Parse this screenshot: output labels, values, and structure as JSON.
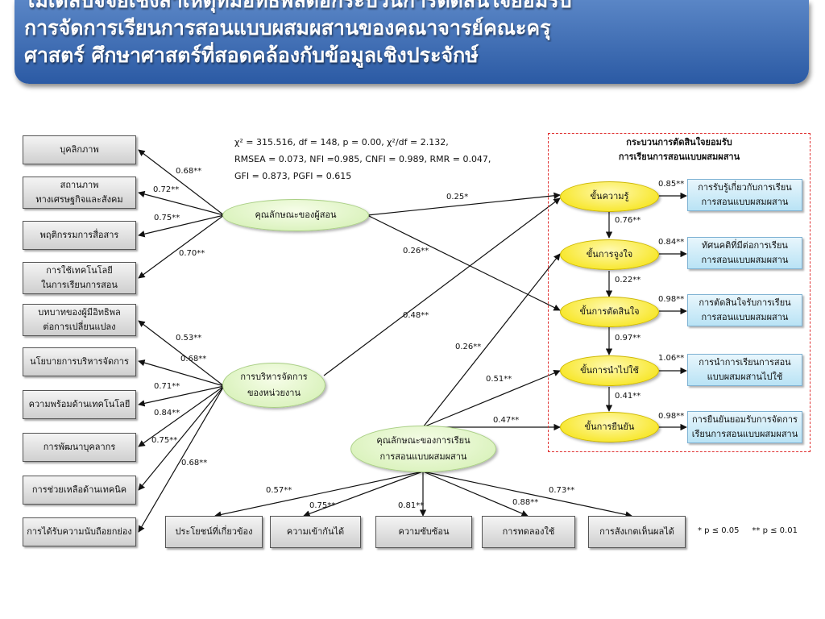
{
  "title": {
    "line1": "โมเดลปัจจัยเชิงสาเหตุที่มีอิทธิพลต่อกระบวนการตัดสินใจยอมรับ",
    "line2": "การจัดการเรียนการสอนแบบผสมผสานของคณาจารย์คณะครุ",
    "line3": "ศาสตร์ ศึกษาศาสตร์ที่สอดคล้องกับข้อมูลเชิงประจักษ์"
  },
  "stats": {
    "line1": "χ² = 315.516, df = 148, p = 0.00, χ²/df = 2.132,",
    "line2": "RMSEA = 0.073, NFI =0.985, CNFI = 0.989, RMR = 0.047,",
    "line3": "GFI = 0.873, PGFI = 0.615"
  },
  "process": {
    "title1": "กระบวนการตัดสินใจยอมรับ",
    "title2": "การเรียนการสอนแบบผสมผสาน"
  },
  "latents": {
    "teacher": "คุณลักษณะของผู้สอน",
    "management1": "การบริหารจัดการ",
    "management2": "ของหน่วยงาน",
    "blended1": "คุณลักษณะของการเรียน",
    "blended2": "การสอนแบบผสมผสาน"
  },
  "stages": [
    "ขั้นความรู้",
    "ขั้นการจูงใจ",
    "ขั้นการตัดสินใจ",
    "ขั้นการนำไปใช้",
    "ขั้นการยืนยัน"
  ],
  "outcomes": [
    {
      "l1": "การรับรู้เกี่ยวกับการเรียน",
      "l2": "การสอนแบบผสมผสาน"
    },
    {
      "l1": "ทัศนคติที่มีต่อการเรียน",
      "l2": "การสอนแบบผสมผสาน"
    },
    {
      "l1": "การตัดสินใจรับการเรียน",
      "l2": "การสอนแบบผสมผสาน"
    },
    {
      "l1": "การนำการเรียนการสอน",
      "l2": "แบบผสมผสานไปใช้"
    },
    {
      "l1": "การยืนยันยอมรับการจัดการ",
      "l2": "เรียนการสอนแบบผสมผสาน"
    }
  ],
  "teacher_indicators": [
    {
      "l1": "บุคลิกภาพ",
      "l2": ""
    },
    {
      "l1": "สถานภาพ",
      "l2": "ทางเศรษฐกิจและสังคม"
    },
    {
      "l1": "พฤติกรรมการสื่อสาร",
      "l2": ""
    },
    {
      "l1": "การใช้เทคโนโลยี",
      "l2": "ในการเรียนการสอน"
    }
  ],
  "management_indicators": [
    {
      "l1": "บทบาทของผู้มีอิทธิพล",
      "l2": "ต่อการเปลี่ยนแปลง"
    },
    {
      "l1": "นโยบายการบริหารจัดการ",
      "l2": ""
    },
    {
      "l1": "ความพร้อมด้านเทคโนโลยี",
      "l2": ""
    },
    {
      "l1": "การพัฒนาบุคลากร",
      "l2": ""
    },
    {
      "l1": "การช่วยเหลือด้านเทคนิค",
      "l2": ""
    },
    {
      "l1": "การได้รับความนับถือยกย่อง",
      "l2": ""
    }
  ],
  "blended_indicators": [
    "ประโยชน์ที่เกี่ยวข้อง",
    "ความเข้ากันได้",
    "ความซับซ้อน",
    "การทดลองใช้",
    "การสังเกตเห็นผลได้"
  ],
  "coef": {
    "t1": "0.68**",
    "t2": "0.72**",
    "t3": "0.75**",
    "t4": "0.70**",
    "m1": "0.53**",
    "m2": "0.68**",
    "m3": "0.71**",
    "m4": "0.84**",
    "m5": "0.75**",
    "m6": "0.68**",
    "b1": "0.57**",
    "b2": "0.75**",
    "b3": "0.81**",
    "b4": "0.88**",
    "b5": "0.73**",
    "teacher_knowledge": "0.25*",
    "teacher_decision": "0.26**",
    "management_knowledge": "0.48**",
    "blended_motivation": "0.26**",
    "blended_implementation": "0.51**",
    "blended_confirmation": "0.47**",
    "s12": "0.76**",
    "s23": "0.22**",
    "s34": "0.97**",
    "s45": "0.41**",
    "o1": "0.85**",
    "o2": "0.84**",
    "o3": "0.98**",
    "o4": "1.06**",
    "o5": "0.98**"
  },
  "note": "* p ≤ 0.05     ** p ≤ 0.01"
}
